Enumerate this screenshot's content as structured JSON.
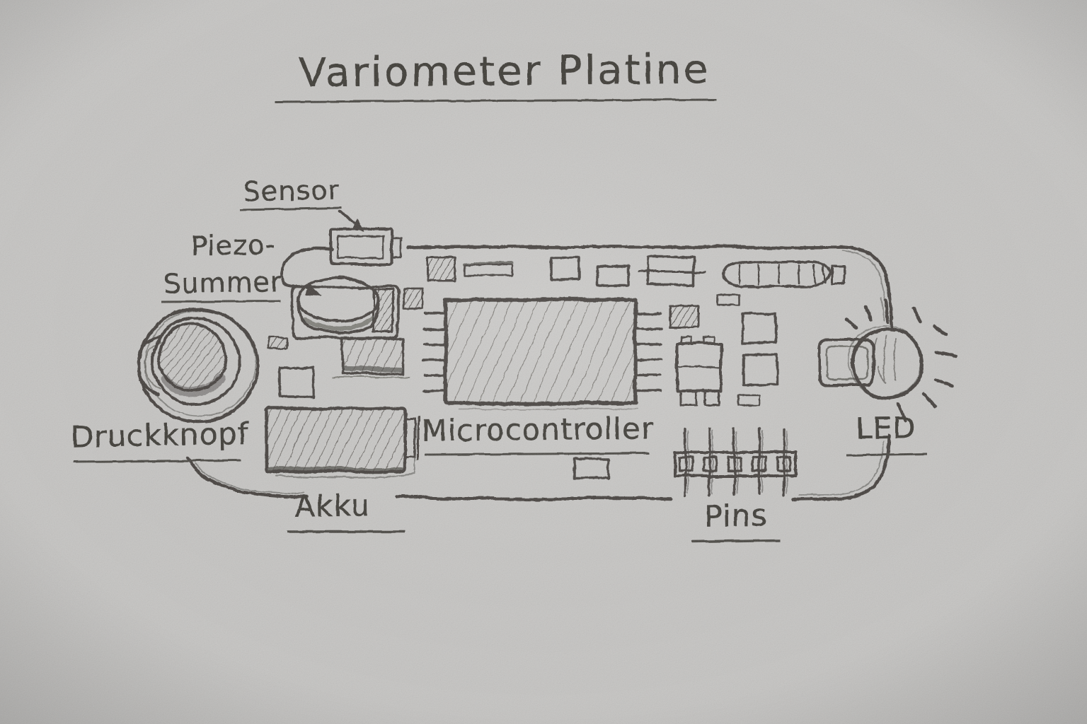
{
  "title": "Variometer Platine",
  "labels": {
    "sensor": "Sensor",
    "piezo_line1": "Piezo-",
    "piezo_line2": "Summer",
    "druckknopf": "Druckknopf",
    "akku": "Akku",
    "microcontroller": "Microcontroller",
    "pins": "Pins",
    "led": "LED"
  },
  "colors": {
    "paper": "#c6c5c3",
    "pencil": "#44413d"
  }
}
